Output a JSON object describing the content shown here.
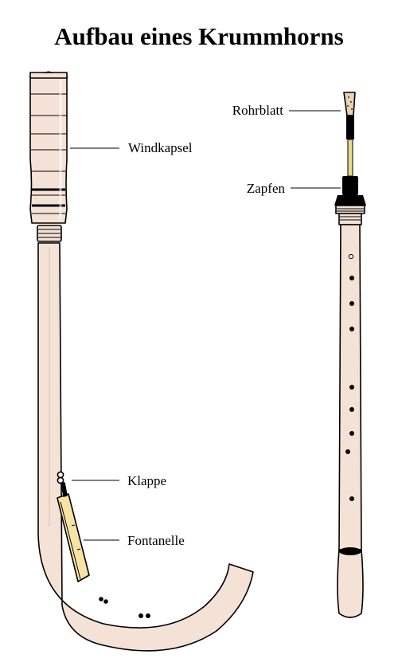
{
  "title": "Aufbau eines Krummhorns",
  "labels": {
    "windkapsel": "Windkapsel",
    "klappe": "Klappe",
    "fontanelle": "Fontanelle",
    "rohrblatt": "Rohrblatt",
    "zapfen": "Zapfen"
  },
  "colors": {
    "body": "#f5e2d6",
    "fontanelle": "#f7e3a6",
    "reed_tip": "#e8d2b8",
    "reed_staple": "#e9d98a",
    "black": "#000000"
  }
}
